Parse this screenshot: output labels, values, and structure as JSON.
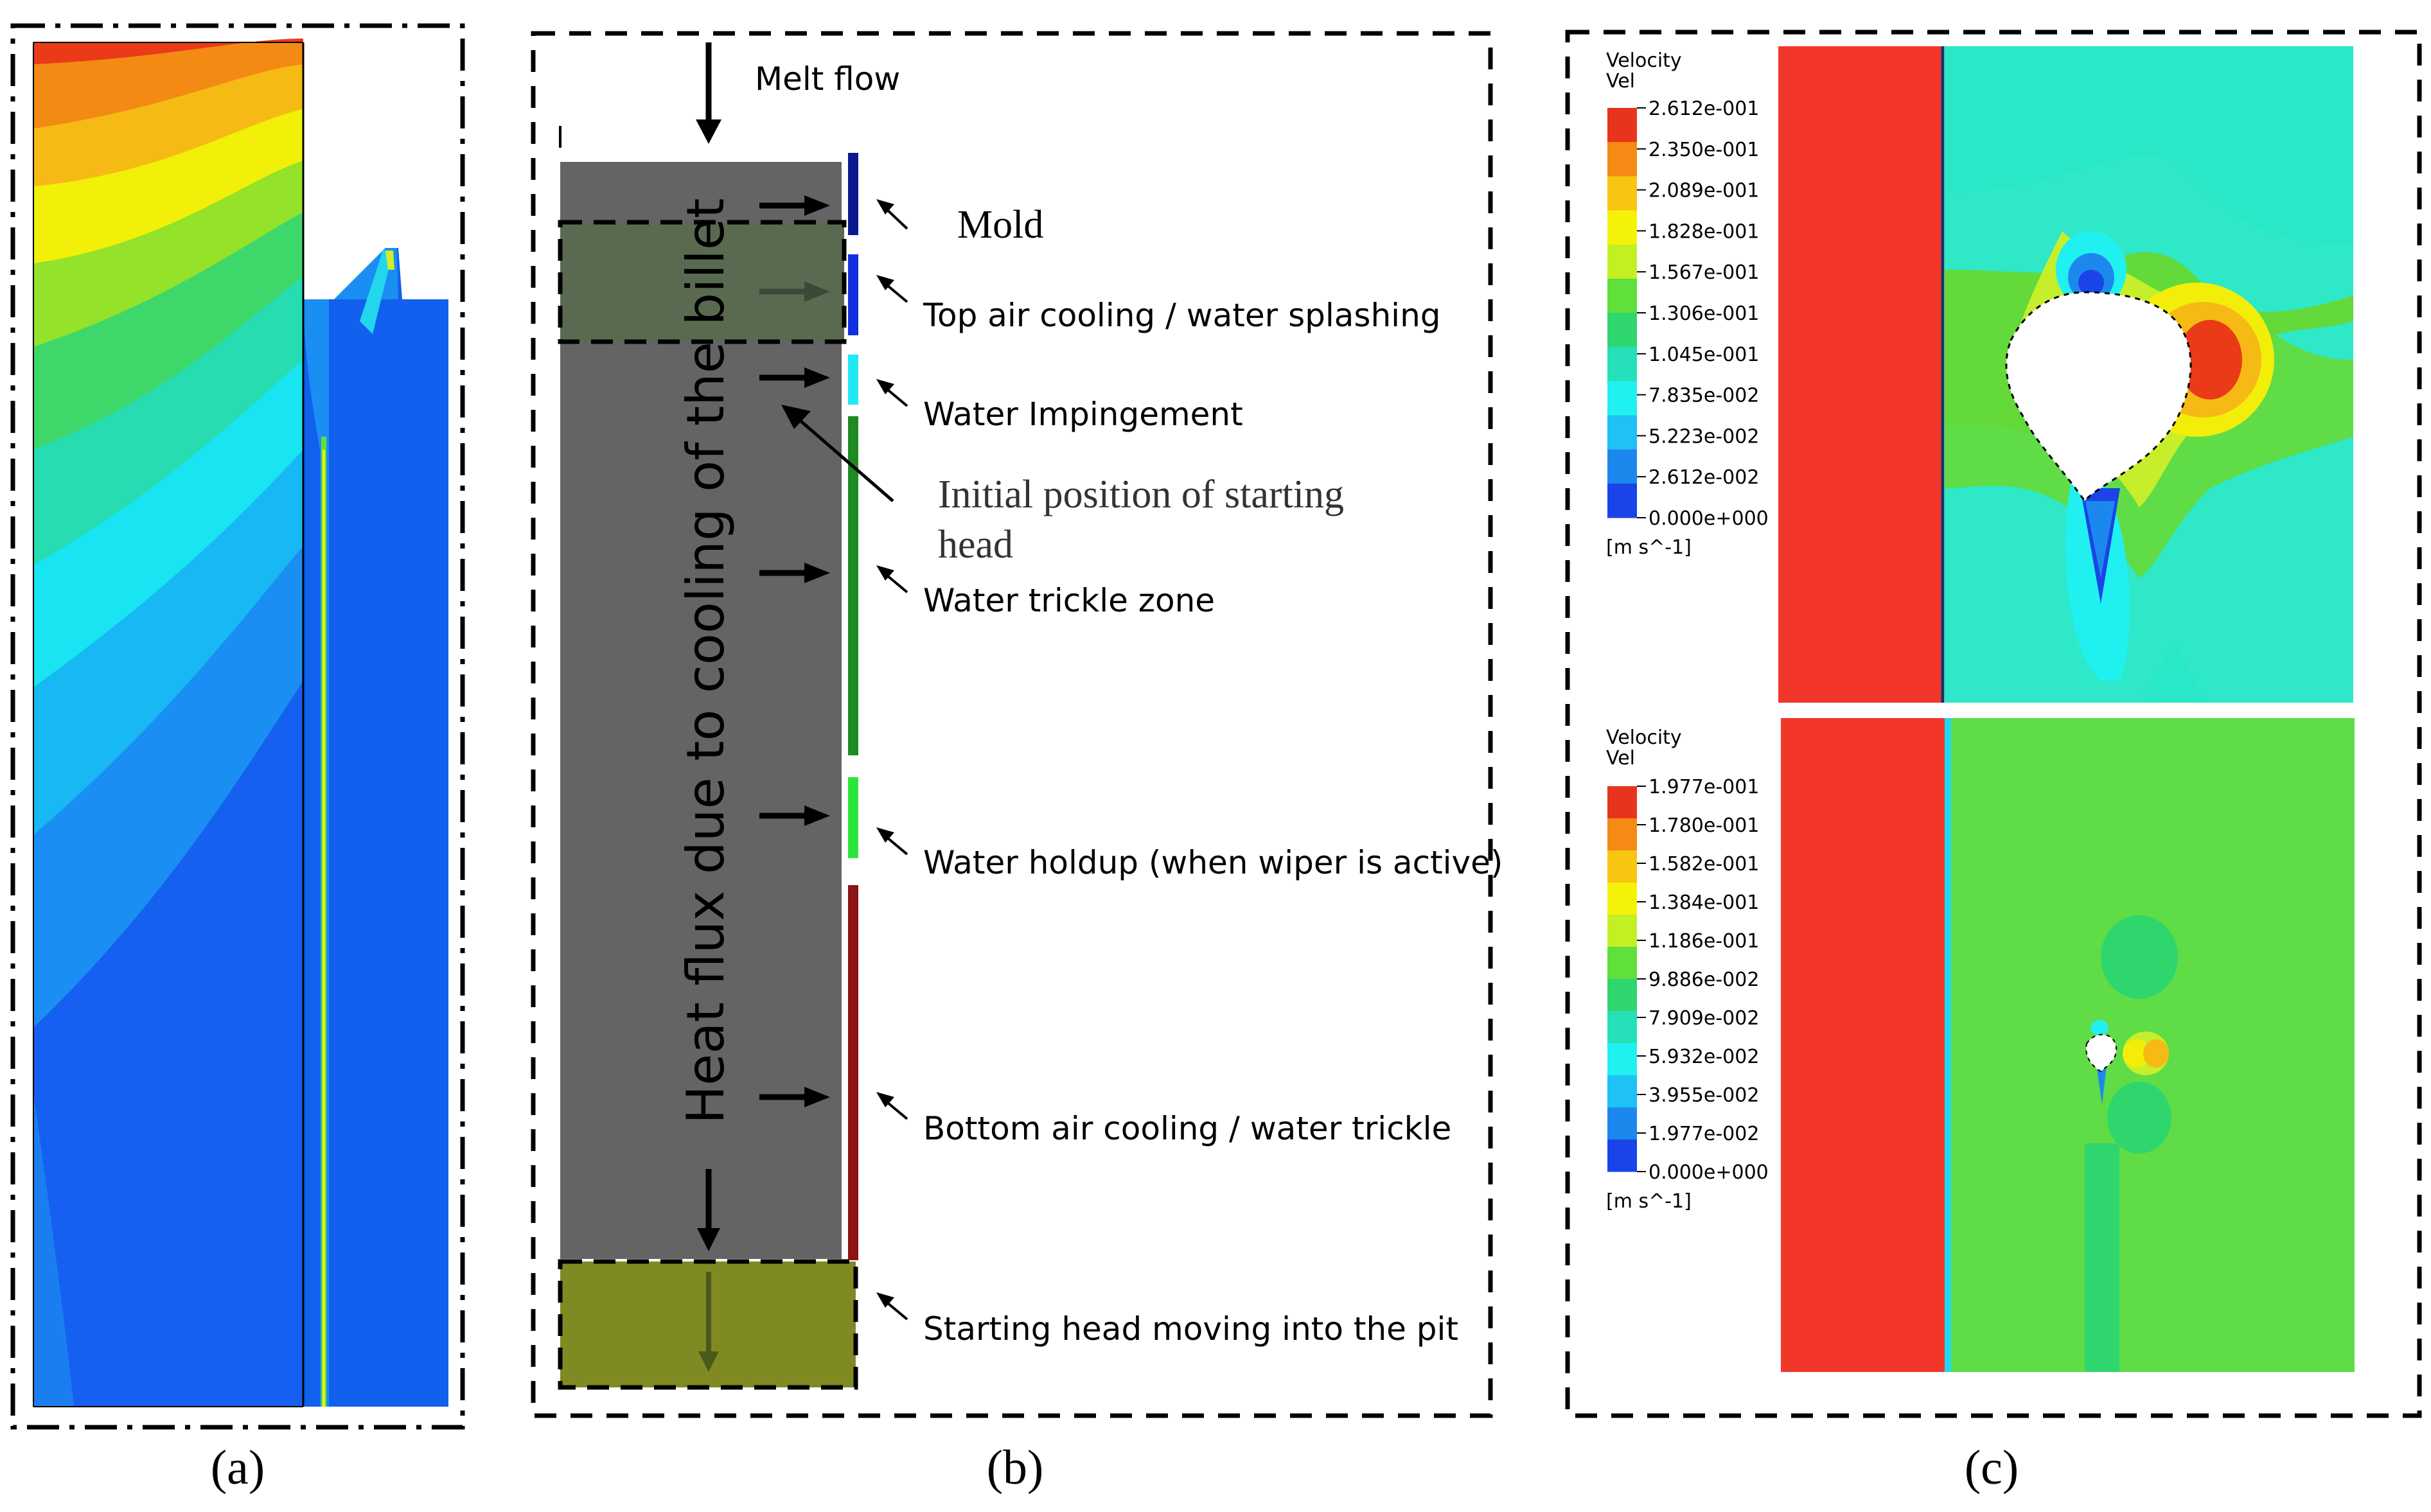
{
  "panels": {
    "a": {
      "caption": "(a)"
    },
    "b": {
      "caption": "(b)",
      "melt_flow": "Melt flow",
      "vertical_text": "Heat flux due to cooling of the billet",
      "labels": [
        {
          "id": "mold",
          "text": "Mold",
          "color": "#0a1a8c"
        },
        {
          "id": "top-air",
          "text": "Top air cooling / water splashing",
          "color": "#1030e0"
        },
        {
          "id": "impingement",
          "text": "Water Impingement",
          "color": "#22e8f4"
        },
        {
          "id": "trickle",
          "text": "Water trickle zone",
          "color": "#1f8a22"
        },
        {
          "id": "holdup",
          "text": "Water holdup (when wiper is active)",
          "color": "#2de43a"
        },
        {
          "id": "bottom-air",
          "text": "Bottom air cooling / water trickle",
          "color": "#8c1414"
        },
        {
          "id": "starting-head",
          "text": "Starting head moving into the pit",
          "color": ""
        }
      ],
      "initial_position_line1": "Initial position of starting",
      "initial_position_line2": "head"
    },
    "c": {
      "caption": "(c)",
      "legends": [
        {
          "title": "Velocity",
          "subtitle": "Vel",
          "unit": "[m s^-1]",
          "ticks": [
            "2.612e-001",
            "2.350e-001",
            "2.089e-001",
            "1.828e-001",
            "1.567e-001",
            "1.306e-001",
            "1.045e-001",
            "7.835e-002",
            "5.223e-002",
            "2.612e-002",
            "0.000e+000"
          ]
        },
        {
          "title": "Velocity",
          "subtitle": "Vel",
          "unit": "[m s^-1]",
          "ticks": [
            "1.977e-001",
            "1.780e-001",
            "1.582e-001",
            "1.384e-001",
            "1.186e-001",
            "9.886e-002",
            "7.909e-002",
            "5.932e-002",
            "3.955e-002",
            "1.977e-002",
            "0.000e+000"
          ]
        }
      ],
      "colormap": [
        "#e8341c",
        "#f58a14",
        "#f7c512",
        "#f5f20a",
        "#c2f023",
        "#5fe03a",
        "#2fd66e",
        "#25e0b8",
        "#21f0f0",
        "#1ec2f5",
        "#1c88ee",
        "#1a44e8"
      ]
    }
  }
}
